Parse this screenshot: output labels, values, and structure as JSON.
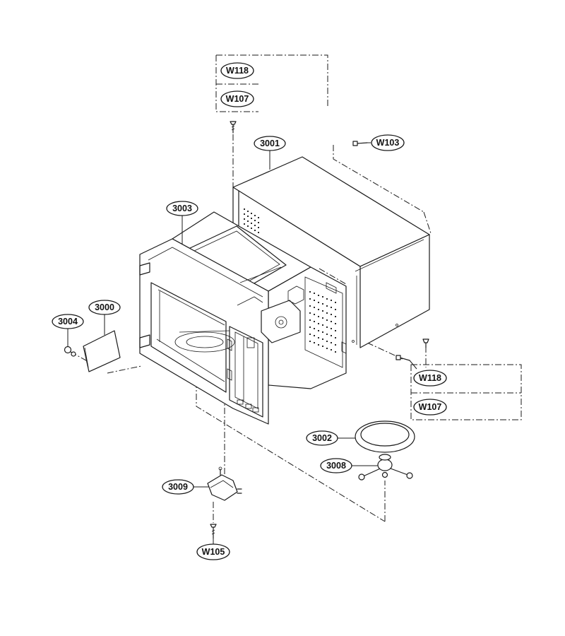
{
  "callouts": {
    "w118_top": "W118",
    "w107_top": "W107",
    "w103": "W103",
    "p3001": "3001",
    "p3003": "3003",
    "p3000": "3000",
    "p3004": "3004",
    "w118_right": "W118",
    "w107_right": "W107",
    "p3002": "3002",
    "p3008": "3008",
    "p3009": "3009",
    "w105": "W105"
  }
}
